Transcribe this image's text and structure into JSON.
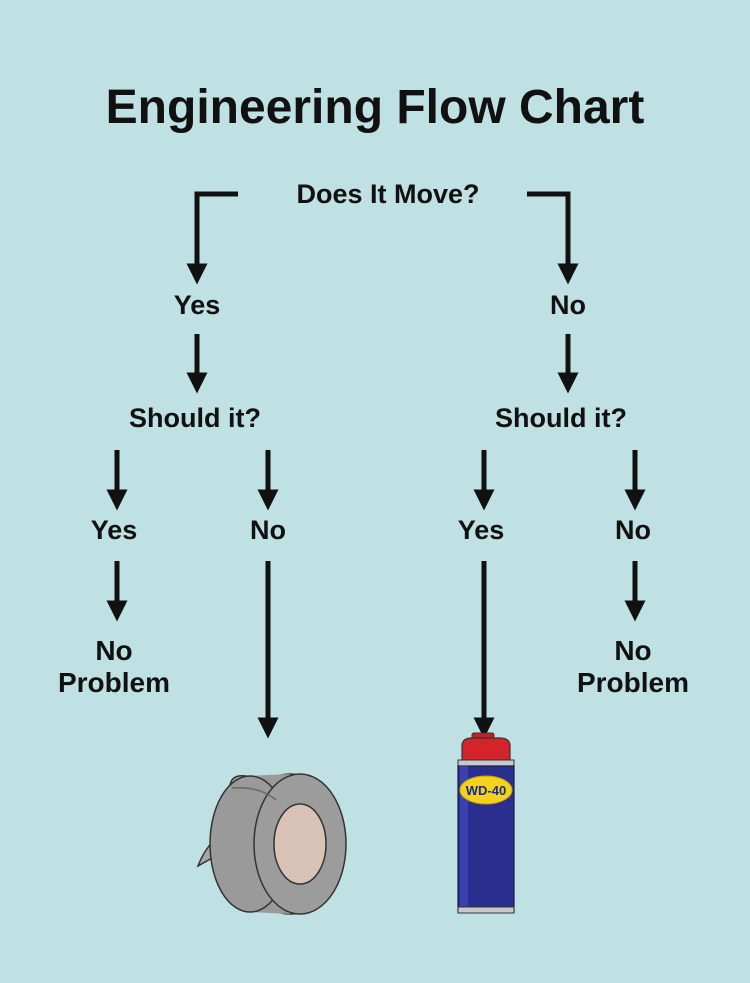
{
  "title": "Engineering Flow Chart",
  "nodes": {
    "root": "Does It Move?",
    "yes_branch": "Yes",
    "no_branch": "No",
    "left_question": "Should it?",
    "right_question": "Should it?",
    "left_yes": "Yes",
    "left_no": "No",
    "right_yes": "Yes",
    "right_no": "No",
    "left_result_line1": "No",
    "left_result_line2": "Problem",
    "right_result_line1": "No",
    "right_result_line2": "Problem"
  },
  "illustrations": {
    "duct_tape": "duct-tape-roll-icon",
    "spray_can": "wd40-spray-can-icon",
    "spray_can_label": "WD-40"
  },
  "colors": {
    "background": "#bfe1e4",
    "ink": "#111111",
    "tape": "#9a9a9a",
    "tape_core": "#d7c4b8",
    "can_body": "#2a2f8f",
    "can_cap": "#d6232a",
    "can_label": "#f3d21b"
  }
}
